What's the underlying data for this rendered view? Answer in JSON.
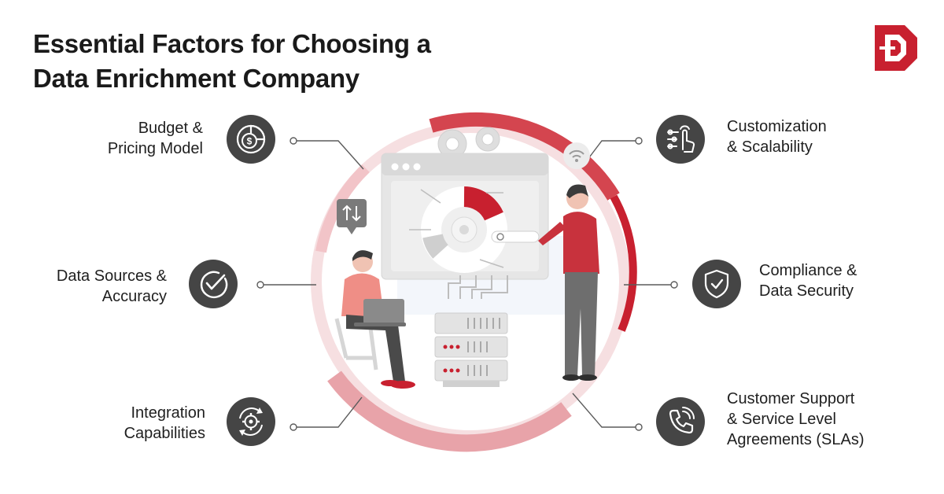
{
  "title": {
    "line1": "Essential Factors for Choosing a",
    "line2": "Data Enrichment Company"
  },
  "factors": {
    "budget": {
      "line1": "Budget &",
      "line2": "Pricing Model",
      "icon": "dollar-chart-icon"
    },
    "data_sources": {
      "line1": "Data Sources &",
      "line2": "Accuracy",
      "icon": "check-circle-icon"
    },
    "integration": {
      "line1": "Integration",
      "line2": "Capabilities",
      "icon": "gear-sync-icon"
    },
    "customization": {
      "line1": "Customization",
      "line2": "& Scalability",
      "icon": "touch-settings-icon"
    },
    "compliance": {
      "line1": "Compliance &",
      "line2": "Data Security",
      "icon": "shield-check-icon"
    },
    "support": {
      "line1": "Customer Support",
      "line2": "& Service Level",
      "line3": "Agreements (SLAs)",
      "icon": "phone-call-icon"
    }
  },
  "colors": {
    "accent": "#c8202f",
    "ring_light": "#f2c9cc",
    "ring_mid": "#e7a0a6",
    "ring_dark": "#d24451",
    "icon_bg": "#454545"
  }
}
